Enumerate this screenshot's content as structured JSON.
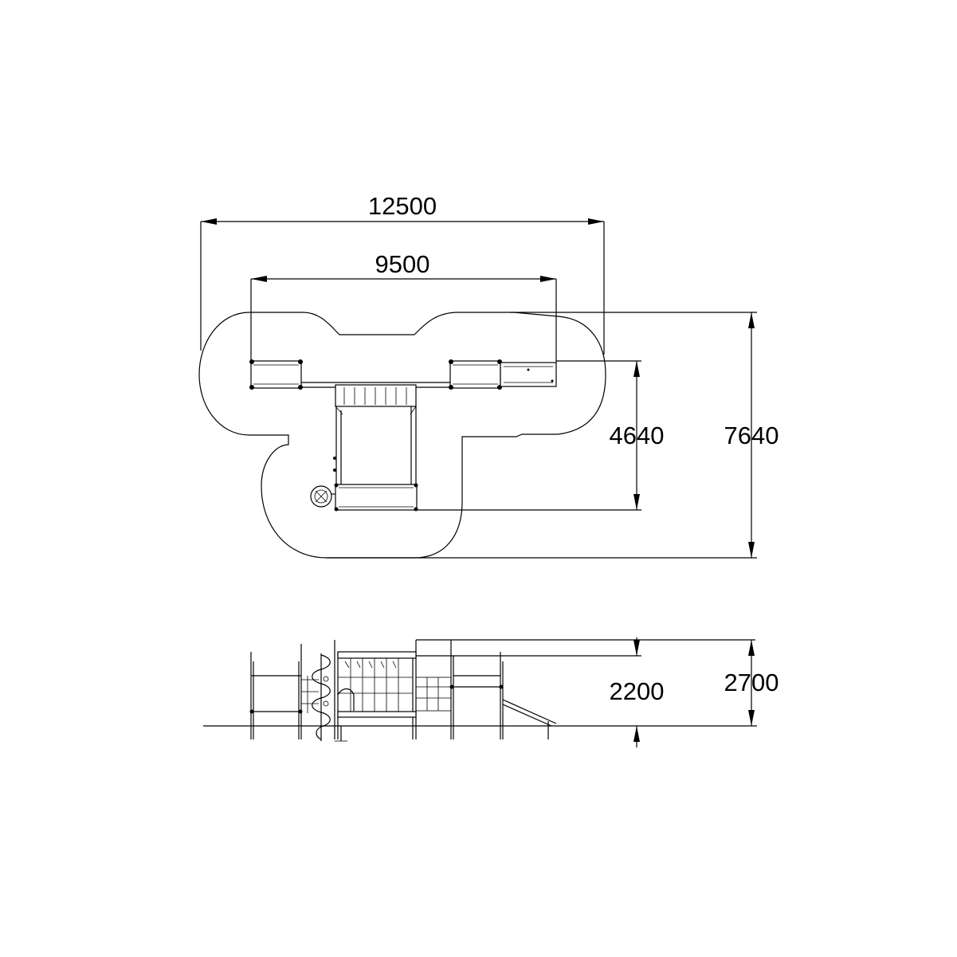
{
  "dimensions": {
    "plan_overall_width": "12500",
    "plan_structure_width": "9500",
    "plan_structure_depth": "4640",
    "plan_overall_depth": "7640",
    "elevation_platform_height": "2200",
    "elevation_total_height": "2700"
  }
}
